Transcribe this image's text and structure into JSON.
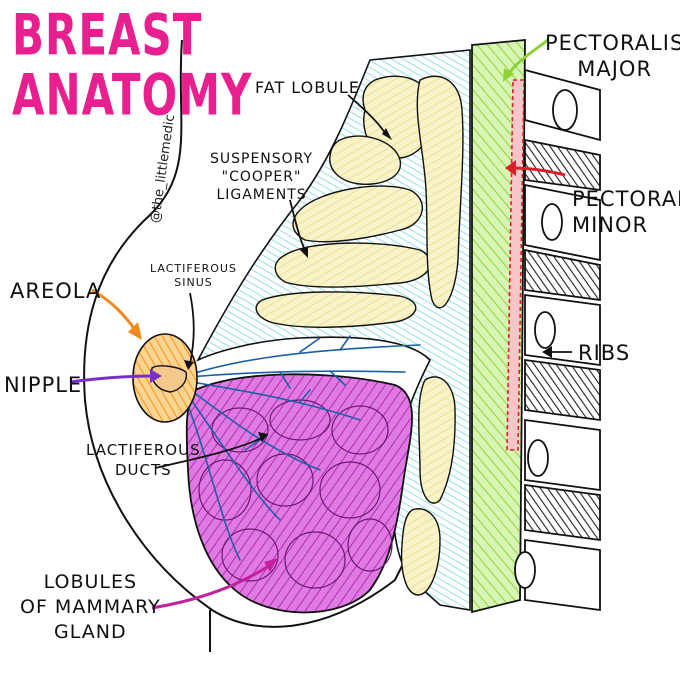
{
  "title": {
    "line1": "BREAST",
    "line2": "ANATOMY"
  },
  "author": "@the_littlemedic",
  "labels": {
    "fat_lobule": [
      "FAT LOBULE"
    ],
    "suspensory": [
      "SUSPENSORY",
      "\"COOPER\"",
      "LIGAMENTS"
    ],
    "lactiferous_sinus": [
      "LACTIFEROUS",
      "SINUS"
    ],
    "areola": [
      "AREOLA"
    ],
    "nipple": [
      "NIPPLE"
    ],
    "lactiferous_ducts": [
      "LACTIFEROUS",
      "DUCTS"
    ],
    "lobules": [
      "LOBULES",
      "OF MAMMARY",
      "GLAND"
    ],
    "pectoralis_major": [
      "PECTORALIS",
      "MAJOR"
    ],
    "pectoralis_minor": [
      "PECTORALIS",
      "MINOR"
    ],
    "ribs": [
      "RIBS"
    ]
  },
  "colors": {
    "title": "#e81f8f",
    "fat": "#f6f0b8",
    "fat_line": "#e8d97a",
    "gland": "#d24fd6",
    "gland_light": "#f0b8f2",
    "ligament": "#7dd8e8",
    "duct": "#1b5fa8",
    "areola": "#f6b24a",
    "nipple": "#f2c98a",
    "pec_major": "#a8e860",
    "pec_minor": "#e8454a",
    "rib_dark": "#222222",
    "arrow_orange": "#f28a1c",
    "arrow_purple": "#7a2fc8",
    "arrow_pink": "#c2209c",
    "arrow_green": "#8fd23a",
    "arrow_red": "#d8202a"
  }
}
